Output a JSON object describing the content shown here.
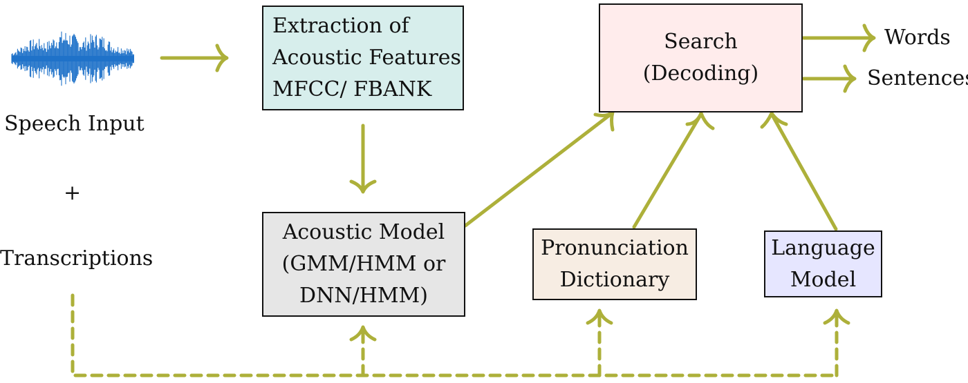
{
  "speech_input_label": "Speech Input",
  "plus_sign": "+",
  "transcriptions_label": "Transcriptions",
  "extraction_box": {
    "lines": [
      "Extraction of",
      "Acoustic Features",
      "MFCC/ FBANK"
    ]
  },
  "acoustic_model_box": {
    "lines": [
      "Acoustic Model",
      "(GMM/HMM or",
      "DNN/HMM)"
    ]
  },
  "search_box": {
    "lines": [
      "Search",
      "(Decoding)"
    ]
  },
  "pronunciation_box": {
    "lines": [
      "Pronunciation",
      "Dictionary"
    ]
  },
  "language_model_box": {
    "lines": [
      "Language",
      "Model"
    ]
  },
  "outputs": {
    "words": "Words",
    "sentences": "Sentences"
  },
  "colors": {
    "arrow": "#adb03a",
    "waveform": "#1f72c9"
  },
  "icons": {
    "waveform": "waveform-icon"
  }
}
